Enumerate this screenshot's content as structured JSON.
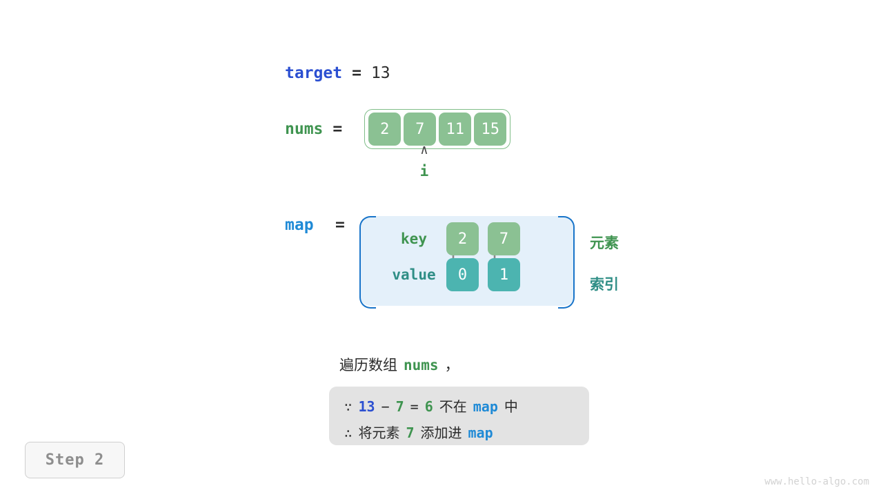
{
  "title": "Two Sum hash map walkthrough - Step 2",
  "colors": {
    "green_cell": "#8bc193",
    "teal_cell": "#4cb4b0",
    "map_fill": "#e4f0fa",
    "map_border": "#1874c9",
    "var_blue_deep": "#2b4fd1",
    "var_blue_light": "#1f8ad6",
    "var_green": "#3f9450",
    "var_teal": "#2f8e86",
    "reason_box": "#e3e3e3",
    "badge_text": "#8e8e8e"
  },
  "target": {
    "label": "target",
    "equals": "=",
    "value": "13"
  },
  "nums": {
    "label": "nums",
    "equals": "=",
    "cells": [
      "2",
      "7",
      "11",
      "15"
    ]
  },
  "pointer": {
    "caret": "∧",
    "label": "i",
    "index": 1
  },
  "map": {
    "label": "map",
    "equals": "=",
    "key_row_label": "key",
    "value_row_label": "value",
    "keys": [
      "2",
      "7"
    ],
    "values": [
      "0",
      "1"
    ],
    "side_labels": {
      "element": "元素",
      "index": "索引"
    }
  },
  "description": {
    "prefix": "遍历数组",
    "var": "nums",
    "suffix": "，"
  },
  "reasoning": {
    "line1": {
      "symbol": "∵",
      "a": "13",
      "minus": "−",
      "b": "7",
      "eq": "=",
      "result": "6",
      "text": "不在",
      "map": "map",
      "tail": "中"
    },
    "line2": {
      "symbol": "∴",
      "text1": "将元素",
      "value": "7",
      "text2": "添加进",
      "map": "map"
    }
  },
  "step_badge": {
    "label": "Step 2"
  },
  "watermark": {
    "text": "www.hello-algo.com"
  }
}
